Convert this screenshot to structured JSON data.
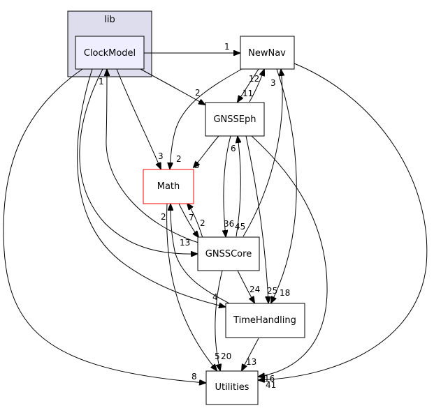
{
  "cluster": {
    "label": "lib"
  },
  "nodes": {
    "clockmodel": "ClockModel",
    "newnav": "NewNav",
    "gnsseph": "GNSSEph",
    "math": "Math",
    "gnsscore": "GNSSCore",
    "timehandling": "TimeHandling",
    "utilities": "Utilities"
  },
  "edge_labels": {
    "clockmodel_newnav": "1",
    "clockmodel_gnsseph": "2",
    "clockmodel_math": "3",
    "clockmodel_gnsscore": "13",
    "clockmodel_timehandling": "4",
    "clockmodel_utilities": "8",
    "gnsscore_clockmodel": "1",
    "newnav_gnsseph": "11",
    "newnav_math": "2",
    "newnav_timehandling": "18",
    "newnav_utilities": "16",
    "gnsseph_newnav": "12",
    "gnsseph_math": "5",
    "gnsseph_gnsscore": "36",
    "gnsseph_timehandling": "25",
    "gnsseph_utilities": "41",
    "gnsscore_newnav": "3",
    "gnsscore_gnsseph": "6",
    "gnsscore_math": "2",
    "gnsscore_timehandling": "24",
    "gnsscore_utilities": "20",
    "math_gnsscore": "7",
    "math_utilities": "5",
    "timehandling_math": "2",
    "timehandling_utilities": "13",
    "gnsscore_gnsseph_45": "45"
  },
  "colors": {
    "cluster_fill": "#ddddee",
    "cluster_stroke": "#000000",
    "clockmodel_fill": "#eeeeff",
    "math_stroke": "#ff0000"
  }
}
